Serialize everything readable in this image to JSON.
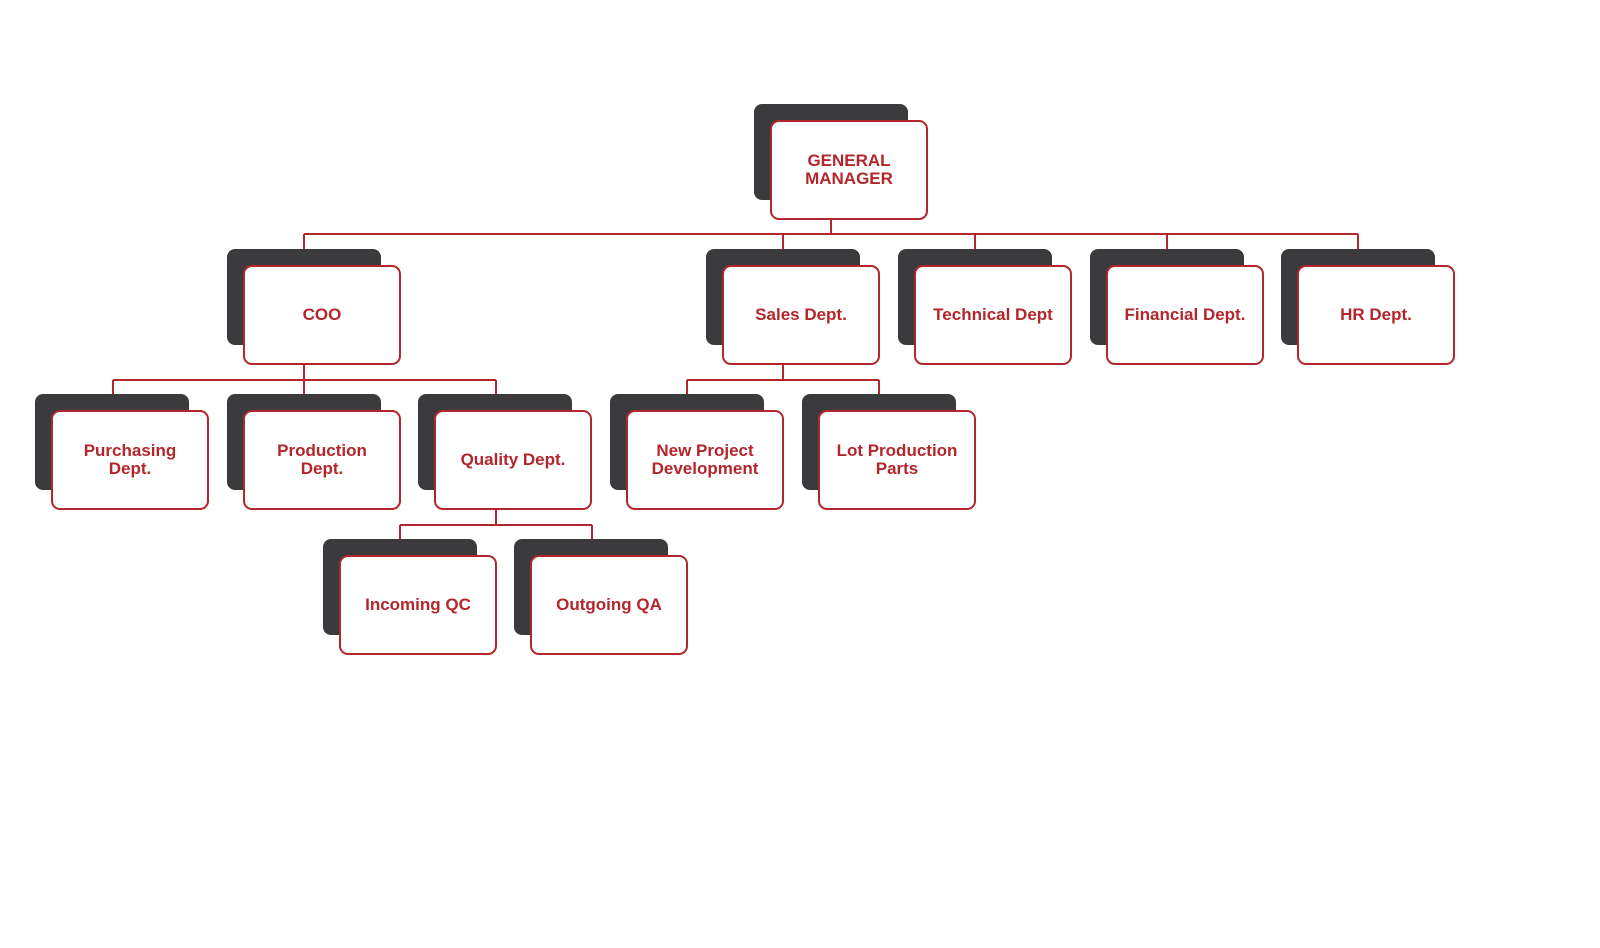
{
  "colors": {
    "accent": "#b3262b",
    "shadow": "#3b3b3d"
  },
  "nodes": {
    "gm": "GENERAL MANAGER",
    "coo": "COO",
    "sales": "Sales Dept.",
    "technical": "Technical Dept",
    "financial": "Financial Dept.",
    "hr": "HR Dept.",
    "purchasing": "Purchasing Dept.",
    "production": "Production Dept.",
    "quality": "Quality Dept.",
    "new_project": "New Project Development",
    "lot_production": "Lot Production Parts",
    "incoming_qc": "Incoming QC",
    "outgoing_qa": "Outgoing QA"
  }
}
